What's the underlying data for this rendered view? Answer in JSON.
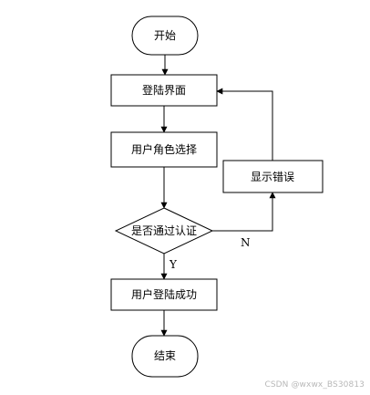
{
  "diagram": {
    "nodes": {
      "start": "开始",
      "login_page": "登陆界面",
      "role_select": "用户角色选择",
      "auth_check": "是否通过认证",
      "show_error": "显示错误",
      "login_success": "用户登陆成功",
      "end": "结束"
    },
    "edges": {
      "yes": "Y",
      "no": "N"
    }
  },
  "watermark": "CSDN @wxwx_BS30813",
  "colors": {
    "stroke": "#000000",
    "background": "#ffffff",
    "watermark": "#b8b8b8"
  }
}
